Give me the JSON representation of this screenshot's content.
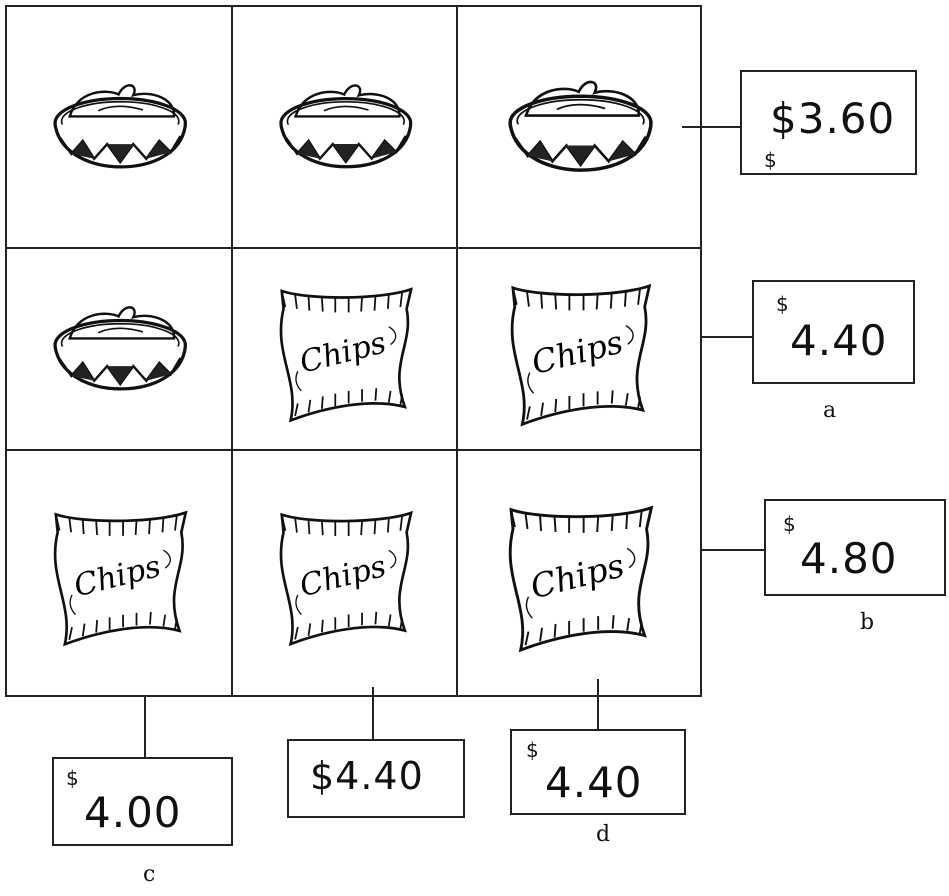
{
  "grid": {
    "rows": [
      [
        "dip",
        "dip",
        "dip"
      ],
      [
        "dip",
        "chips",
        "chips"
      ],
      [
        "chips",
        "chips",
        "chips"
      ]
    ],
    "chips_label": "Chips"
  },
  "row_totals": [
    {
      "dollar": "",
      "amount": "$3.60",
      "letter": "",
      "stray_mark": "$"
    },
    {
      "dollar": "$",
      "amount": "4.40",
      "letter": "a"
    },
    {
      "dollar": "$",
      "amount": "4.80",
      "letter": "b"
    }
  ],
  "column_totals": [
    {
      "dollar": "$",
      "amount": "4.00",
      "letter": "c"
    },
    {
      "dollar": "",
      "amount": "$4.40",
      "letter": ""
    },
    {
      "dollar": "$",
      "amount": "4.40",
      "letter": "d"
    }
  ],
  "icons": {
    "dip": "dip-bowl-icon",
    "chips": "chips-bag-icon"
  }
}
